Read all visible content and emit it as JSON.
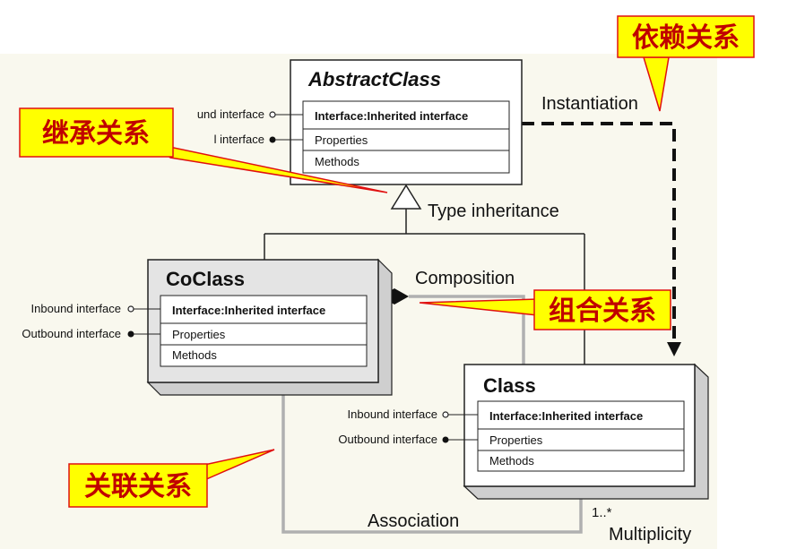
{
  "colors": {
    "background_panel": "#f9f8ee",
    "box_border": "#222222",
    "shadow": "#cfcfcf",
    "callout_fill": "#ffff00",
    "callout_border": "#e01010",
    "callout_text": "#c00000",
    "association_line": "#b0b0b0"
  },
  "classes": {
    "abstract": {
      "name": "AbstractClass",
      "row1": "Interface:Inherited interface",
      "row2": "Properties",
      "row3": "Methods",
      "inbound": "und interface",
      "outbound": "l interface"
    },
    "coclass": {
      "name": "CoClass",
      "row1": "Interface:Inherited interface",
      "row2": "Properties",
      "row3": "Methods",
      "inbound": "Inbound interface",
      "outbound": "Outbound interface"
    },
    "class": {
      "name": "Class",
      "row1": "Interface:Inherited interface",
      "row2": "Properties",
      "row3": "Methods",
      "inbound": "Inbound interface",
      "outbound": "Outbound interface"
    }
  },
  "relations": {
    "instantiation": "Instantiation",
    "type_inheritance": "Type inheritance",
    "composition": "Composition",
    "association": "Association",
    "multiplicity_value": "1..*",
    "multiplicity_label": "Multiplicity"
  },
  "callouts": {
    "dependency": "依赖关系",
    "inheritance": "继承关系",
    "composition": "组合关系",
    "association": "关联关系"
  }
}
